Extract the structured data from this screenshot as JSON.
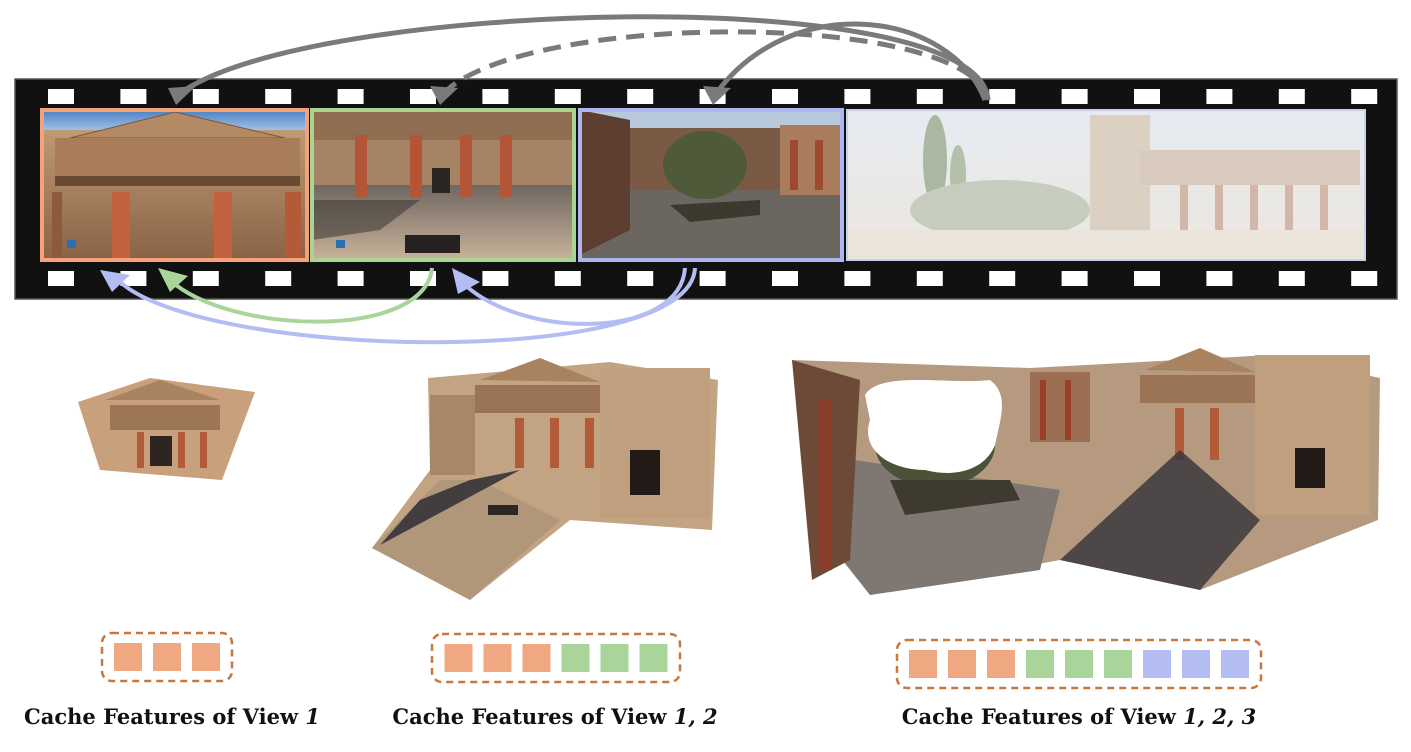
{
  "colors": {
    "view1": "#f0a882",
    "view2": "#a9d59a",
    "view3": "#b4bdf2",
    "cache_border": "#c9773d",
    "film": "#111111",
    "arrow_gray": "#7a7a7a",
    "frame1_border": "#f3a27a",
    "frame2_border": "#a8d592",
    "frame3_border": "#aeb6ef"
  },
  "frames": [
    {
      "id": "view1",
      "description_icon": "temple-facade-image"
    },
    {
      "id": "view2",
      "description_icon": "courtyard-colonnade-image"
    },
    {
      "id": "view3",
      "description_icon": "courtyard-olive-tree-image"
    },
    {
      "id": "view4",
      "description_icon": "faded-future-view-image"
    }
  ],
  "caches": [
    {
      "cells": [
        "view1",
        "view1",
        "view1"
      ]
    },
    {
      "cells": [
        "view1",
        "view1",
        "view1",
        "view2",
        "view2",
        "view2"
      ]
    },
    {
      "cells": [
        "view1",
        "view1",
        "view1",
        "view2",
        "view2",
        "view2",
        "view3",
        "view3",
        "view3"
      ]
    }
  ],
  "captions": [
    {
      "text": "Cache Features of View ",
      "views": "1"
    },
    {
      "text": "Cache Features of View ",
      "views": "1, 2"
    },
    {
      "text": "Cache Features of View ",
      "views": "1, 2, 3"
    }
  ]
}
